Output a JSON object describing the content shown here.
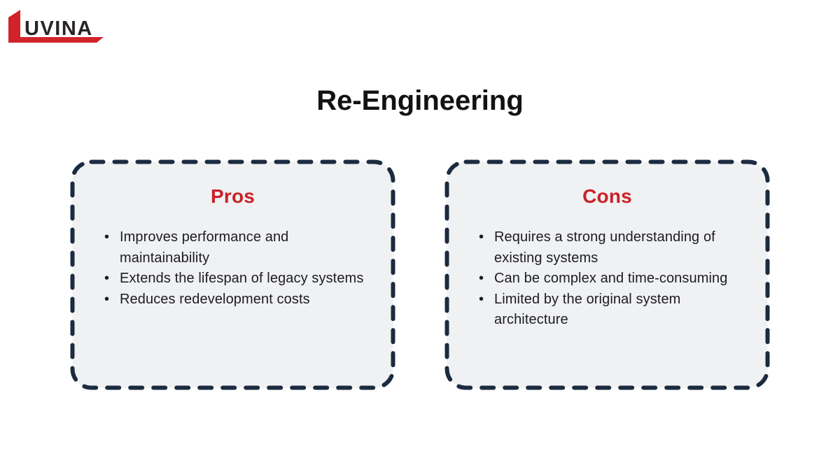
{
  "logo": {
    "text": "UVINA",
    "name": "Luvina"
  },
  "title": "Re-Engineering",
  "colors": {
    "logo_red": "#d2232a",
    "accent_red": "#cb2027",
    "navy_border": "#1b2b40",
    "box_background": "#f0f1f3",
    "text_ink": "#1d1d1f"
  },
  "boxes": [
    {
      "heading": "Pros",
      "items": [
        "Improves performance and maintainability",
        "Extends the lifespan of legacy systems",
        "Reduces redevelopment costs"
      ]
    },
    {
      "heading": "Cons",
      "items": [
        "Requires a strong understanding of existing systems",
        "Can be complex and time-consuming",
        "Limited by the original system architecture"
      ]
    }
  ]
}
